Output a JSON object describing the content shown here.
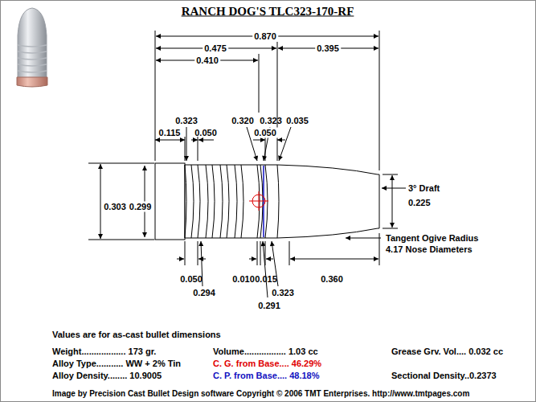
{
  "diagram": {
    "title": "RANCH DOG'S   TLC323-170-RF",
    "caption": "Image by Precision Cast Bullet Design software  Copyright © 2006 TMT Enterprises.  http://www.tmtpages.com",
    "labels": [
      "0.870",
      "0.475",
      "0.395",
      "0.410",
      "0.323",
      "0.115",
      "0.050",
      "0.320",
      "0.323",
      "0.050",
      "0.035",
      "0.303",
      "0.299",
      "3° Draft",
      "0.225",
      "Tangent Ogive Radius",
      "4.17 Nose Diameters",
      "0.050",
      "0.294",
      "0.010",
      "0.015",
      "0.323",
      "0.291",
      "0.360",
      "Values are for as-cast bullet dimensions",
      "Weight.................. 173 gr.",
      "Alloy Type........... WW + 2% Tin",
      "Alloy Density........ 10.9005",
      "Volume................. 1.03 cc",
      "C. G. from Base.... 46.29%",
      "C. P. from Base.... 48.18%",
      "Grease Grv. Vol.... 0.032 cc",
      "Sectional Density..0.2373"
    ]
  }
}
